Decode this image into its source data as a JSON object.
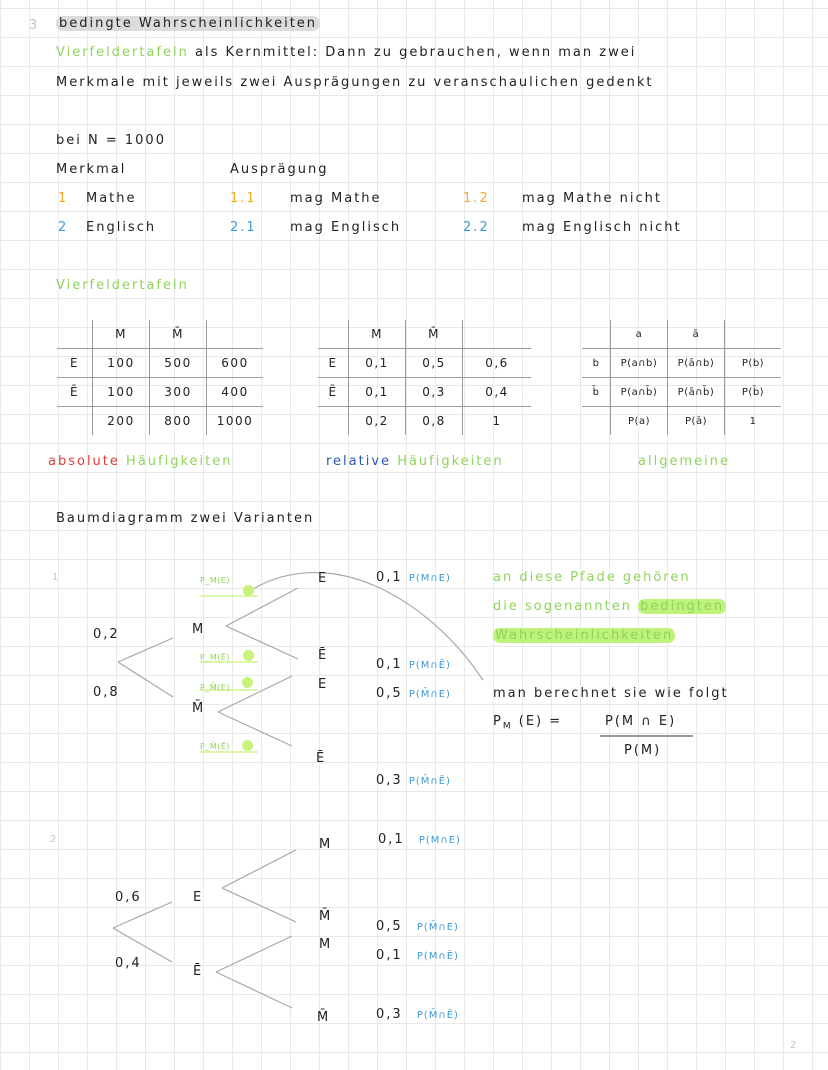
{
  "page_number_top": "3",
  "title": "bedingte Wahrscheinlichkeiten",
  "intro": {
    "keyword": "Vierfeldertafeln",
    "line1_rest": "als Kernmittel: Dann zu gebrauchen, wenn man zwei",
    "line2": "Merkmale mit jeweils zwei Ausprägungen zu veranschaulichen gedenkt"
  },
  "sample": "bei N = 1000",
  "merkmale": {
    "header_merkmal": "Merkmal",
    "header_auspraegung": "Ausprägung",
    "rows": [
      {
        "num": "1",
        "name": "Mathe",
        "a_num": "1.1",
        "a_text": "mag Mathe",
        "b_num": "1.2",
        "b_text": "mag Mathe nicht"
      },
      {
        "num": "2",
        "name": "Englisch",
        "a_num": "2.1",
        "a_text": "mag Englisch",
        "b_num": "2.2",
        "b_text": "mag Englisch nicht"
      }
    ]
  },
  "section_vierfeldertafeln": "Vierfeldertafeln",
  "tables": {
    "absolute": {
      "header": [
        "",
        "M",
        "M̄",
        ""
      ],
      "rows": [
        [
          "E",
          "100",
          "500",
          "600"
        ],
        [
          "Ē",
          "100",
          "300",
          "400"
        ],
        [
          "",
          "200",
          "800",
          "1000"
        ]
      ],
      "caption_a": "absolute",
      "caption_b": "Häufigkeiten"
    },
    "relative": {
      "header": [
        "",
        "M",
        "M̄",
        ""
      ],
      "rows": [
        [
          "E",
          "0,1",
          "0,5",
          "0,6"
        ],
        [
          "Ē",
          "0,1",
          "0,3",
          "0,4"
        ],
        [
          "",
          "0,2",
          "0,8",
          "1"
        ]
      ],
      "caption_a": "relative",
      "caption_b": "Häufigkeiten"
    },
    "general": {
      "header": [
        "",
        "a",
        "ā",
        ""
      ],
      "rows": [
        [
          "b",
          "P(a∩b)",
          "P(ā∩b)",
          "P(b)"
        ],
        [
          "b̄",
          "P(a∩b̄)",
          "P(ā∩b̄)",
          "P(b̄)"
        ],
        [
          "",
          "P(a)",
          "P(ā)",
          "1"
        ]
      ],
      "caption": "allgemeine"
    }
  },
  "section_baum": "Baumdiagramm zwei Varianten",
  "tree1": {
    "label": "1",
    "first_probs": [
      "0,2",
      "0,8"
    ],
    "nodes": [
      "M",
      "M̄"
    ],
    "leaves": [
      "E",
      "Ē",
      "E",
      "Ē"
    ],
    "cond_labels": [
      "P_M(E)",
      "P_M(Ē)",
      "P_M̄(E)",
      "P_M̄(Ē)"
    ],
    "results": [
      {
        "value": "0,1",
        "label": "P(M∩E)"
      },
      {
        "value": "0,1",
        "label": "P(M∩Ē)"
      },
      {
        "value": "0,5",
        "label": "P(M̄∩E)"
      },
      {
        "value": "0,3",
        "label": "P(M̄∩Ē)"
      }
    ]
  },
  "note": {
    "line1": "an diese Pfade gehören",
    "line2_a": "die sogenannten",
    "line2_hl": "bedingten",
    "line3_hl": "Wahrscheinlichkeiten",
    "formula_intro": "man berechnet sie wie folgt",
    "formula_lhs": "P",
    "formula_sub": "M",
    "formula_arg": "(E) =",
    "numerator": "P(M ∩ E)",
    "denominator": "P(M)"
  },
  "tree2": {
    "label": "2",
    "first_probs": [
      "0,6",
      "0,4"
    ],
    "nodes": [
      "E",
      "Ē"
    ],
    "leaves": [
      "M",
      "M̄",
      "M",
      "M̄"
    ],
    "results": [
      {
        "value": "0,1",
        "label": "P(M∩E)"
      },
      {
        "value": "0,5",
        "label": "P(M̄∩E)"
      },
      {
        "value": "0,1",
        "label": "P(M∩Ē)"
      },
      {
        "value": "0,3",
        "label": "P(M̄∩Ē)"
      }
    ]
  },
  "page_number_bottom": "2"
}
